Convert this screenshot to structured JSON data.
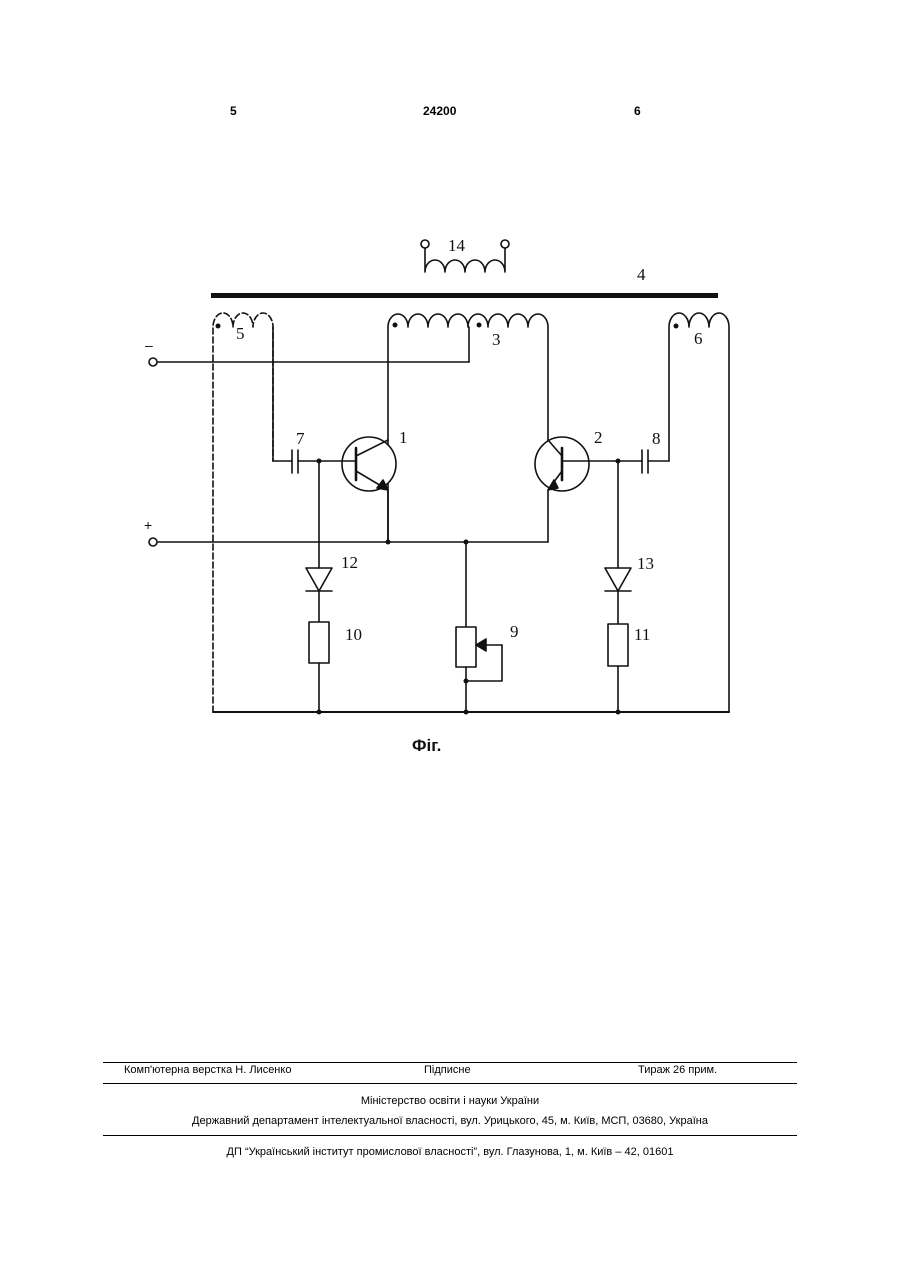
{
  "header": {
    "page_left": "5",
    "patent_number": "24200",
    "page_right": "6"
  },
  "figure": {
    "caption": "Фіг.",
    "labels": {
      "l1": "1",
      "l2": "2",
      "l3": "3",
      "l4": "4",
      "l5": "5",
      "l6": "6",
      "l7": "7",
      "l8": "8",
      "l9": "9",
      "l10": "10",
      "l11": "11",
      "l12": "12",
      "l13": "13",
      "l14": "14"
    },
    "terminal_minus": "–",
    "terminal_plus": "+"
  },
  "footer": {
    "layout_credit": "Комп'ютерна верстка Н. Лисенко",
    "signed": "Підписне",
    "circulation": "Тираж 26 прим.",
    "ministry": "Міністерство освіти і науки України",
    "department": "Державний департамент інтелектуальної власності, вул. Урицького, 45, м. Київ, МСП, 03680, Україна",
    "institute": "ДП “Український інститут промислової власності”, вул. Глазунова, 1, м. Київ – 42, 01601"
  }
}
